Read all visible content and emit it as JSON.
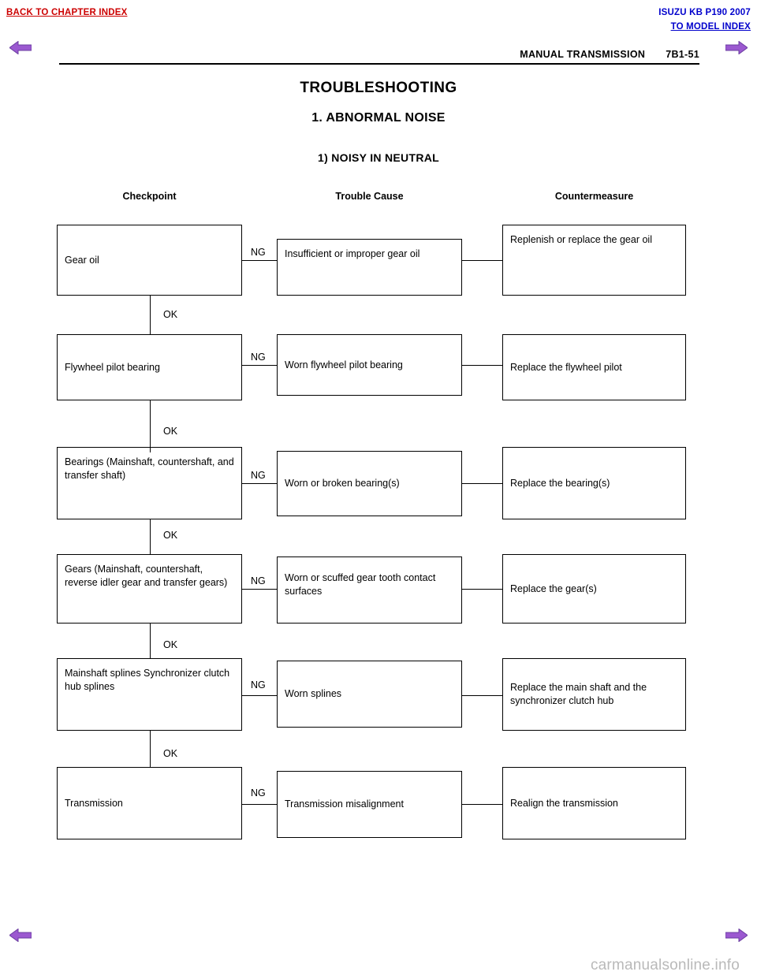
{
  "nav": {
    "back_to_chapter_index": "BACK TO CHAPTER INDEX",
    "model": "ISUZU KB P190 2007",
    "to_model_index": "TO MODEL INDEX"
  },
  "header": {
    "section": "MANUAL TRANSMISSION",
    "page": "7B1-51"
  },
  "titles": {
    "main": "TROUBLESHOOTING",
    "sub": "1.  ABNORMAL NOISE",
    "sub2": "1)  NOISY IN NEUTRAL"
  },
  "columns": {
    "checkpoint": "Checkpoint",
    "trouble_cause": "Trouble Cause",
    "countermeasure": "Countermeasure"
  },
  "connector_labels": {
    "ng": "NG",
    "ok": "OK"
  },
  "rows": [
    {
      "checkpoint": "Gear oil",
      "cause": "Insufficient or improper gear oil",
      "countermeasure": "Replenish or replace the gear oil"
    },
    {
      "checkpoint": "Flywheel pilot bearing",
      "cause": "Worn flywheel pilot bearing",
      "countermeasure": "Replace the flywheel pilot"
    },
    {
      "checkpoint": "Bearings (Mainshaft, countershaft, and transfer shaft)",
      "cause": "Worn or broken bearing(s)",
      "countermeasure": "Replace the bearing(s)"
    },
    {
      "checkpoint": "Gears (Mainshaft, countershaft, reverse idler gear and transfer gears)",
      "cause": "Worn or scuffed gear tooth contact surfaces",
      "countermeasure": "Replace the gear(s)"
    },
    {
      "checkpoint": "Mainshaft splines Synchronizer clutch hub splines",
      "cause": "Worn splines",
      "countermeasure": "Replace the main shaft and the synchronizer clutch hub"
    },
    {
      "checkpoint": "Transmission",
      "cause": "Transmission misalignment",
      "countermeasure": "Realign the transmission"
    }
  ],
  "watermark": "carmanualsonline.info",
  "colors": {
    "nav_red": "#cc0000",
    "nav_blue": "#0000cc",
    "arrow_fill": "#9b59d0",
    "watermark": "#b9b9b9"
  }
}
